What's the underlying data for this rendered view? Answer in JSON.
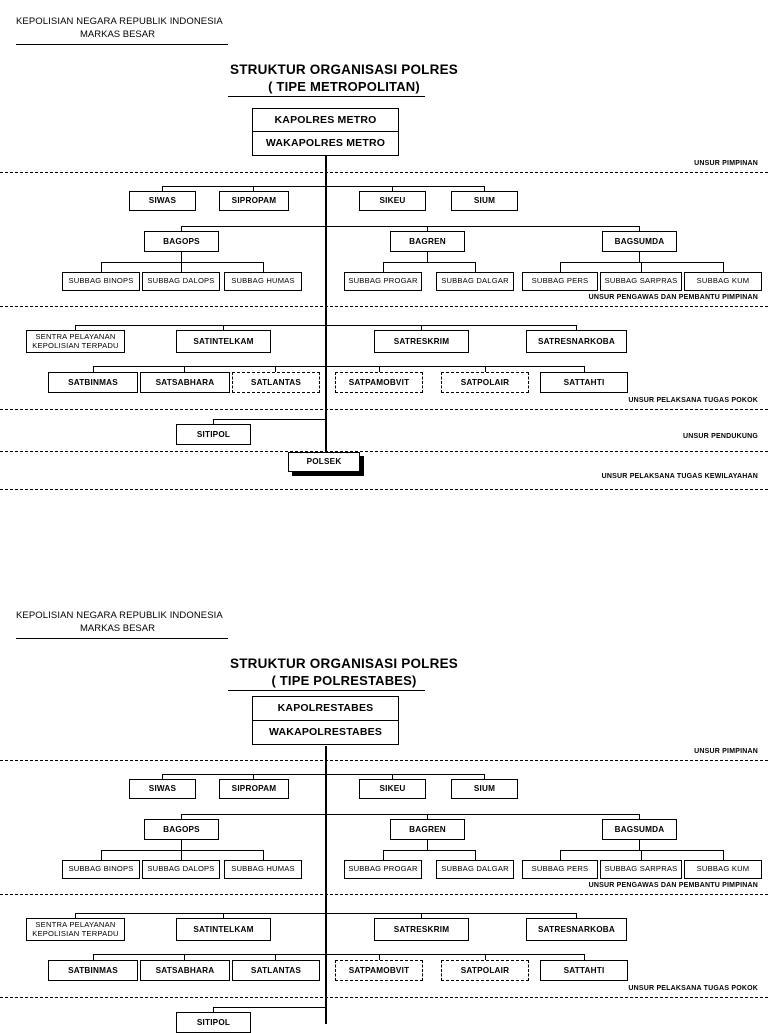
{
  "charts": [
    {
      "header_line1": "KEPOLISIAN NEGARA REPUBLIK INDONESIA",
      "header_line2": "MARKAS BESAR",
      "title": "STRUKTUR ORGANISASI POLRES",
      "subtitle": "( TIPE METROPOLITAN)",
      "top": [
        "KAPOLRES METRO",
        "WAKAPOLRES METRO"
      ],
      "row_siwas": [
        "SIWAS",
        "SIPROPAM",
        "SIKEU",
        "SIUM"
      ],
      "row_bag": [
        "BAGOPS",
        "BAGREN",
        "BAGSUMDA"
      ],
      "row_subbag": [
        "SUBBAG BINOPS",
        "SUBBAG DALOPS",
        "SUBBAG HUMAS",
        "SUBBAG PROGAR",
        "SUBBAG DALGAR",
        "SUBBAG PERS",
        "SUBBAG SARPRAS",
        "SUBBAG KUM"
      ],
      "row_sat1": [
        "SENTRA PELAYANAN KEPOLISIAN TERPADU",
        "SATINTELKAM",
        "SATRESKRIM",
        "SATRESNARKOBA"
      ],
      "row_sat2": [
        "SATBINMAS",
        "SATSABHARA",
        "SATLANTAS",
        "SATPAMOBVIT",
        "SATPOLAIR",
        "SATTAHTI"
      ],
      "row_sitipol": [
        "SITIPOL"
      ],
      "polsek": "POLSEK",
      "zone_labels": [
        "UNSUR PIMPINAN",
        "UNSUR PENGAWAS DAN PEMBANTU PIMPINAN",
        "UNSUR PELAKSANA TUGAS POKOK",
        "UNSUR PENDUKUNG",
        "UNSUR PELAKSANA TUGAS KEWILAYAHAN"
      ]
    },
    {
      "header_line1": "KEPOLISIAN NEGARA REPUBLIK INDONESIA",
      "header_line2": "MARKAS BESAR",
      "title": "STRUKTUR ORGANISASI POLRES",
      "subtitle": "( TIPE POLRESTABES)",
      "top": [
        "KAPOLRESTABES",
        "WAKAPOLRESTABES"
      ],
      "row_siwas": [
        "SIWAS",
        "SIPROPAM",
        "SIKEU",
        "SIUM"
      ],
      "row_bag": [
        "BAGOPS",
        "BAGREN",
        "BAGSUMDA"
      ],
      "row_subbag": [
        "SUBBAG BINOPS",
        "SUBBAG DALOPS",
        "SUBBAG HUMAS",
        "SUBBAG PROGAR",
        "SUBBAG DALGAR",
        "SUBBAG PERS",
        "SUBBAG SARPRAS",
        "SUBBAG KUM"
      ],
      "row_sat1": [
        "SENTRA PELAYANAN KEPOLISIAN TERPADU",
        "SATINTELKAM",
        "SATRESKRIM",
        "SATRESNARKOBA"
      ],
      "row_sat2": [
        "SATBINMAS",
        "SATSABHARA",
        "SATLANTAS",
        "SATPAMOBVIT",
        "SATPOLAIR",
        "SATTAHTI"
      ],
      "row_sitipol": [
        "SITIPOL"
      ],
      "polsek": "",
      "zone_labels": [
        "UNSUR PIMPINAN",
        "UNSUR PENGAWAS DAN PEMBANTU PIMPINAN",
        "UNSUR PELAKSANA TUGAS POKOK"
      ]
    }
  ]
}
